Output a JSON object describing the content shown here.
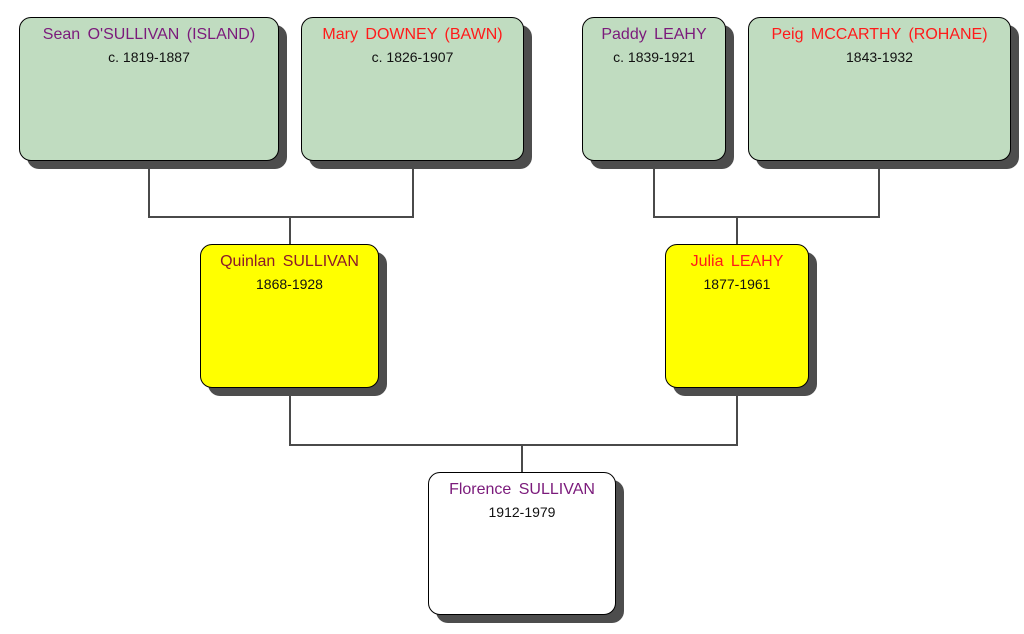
{
  "people": {
    "sean": {
      "name": "Sean  O'SULLIVAN  (ISLAND)",
      "dates": "c. 1819-1887"
    },
    "mary": {
      "name": "Mary  DOWNEY  (BAWN)",
      "dates": "c. 1826-1907"
    },
    "paddy": {
      "name": "Paddy  LEAHY",
      "dates": "c. 1839-1921"
    },
    "peig": {
      "name": "Peig  MCCARTHY  (ROHANE)",
      "dates": "1843-1932"
    },
    "quinlan": {
      "name": "Quinlan  SULLIVAN",
      "dates": "1868-1928"
    },
    "julia": {
      "name": "Julia  LEAHY",
      "dates": "1877-1961"
    },
    "florence": {
      "name": "Florence  SULLIVAN",
      "dates": "1912-1979"
    }
  },
  "colors": {
    "male": "#7b1a7b",
    "female": "#ff1a1a",
    "grandparent_box": "#c0dcc0",
    "parent_box": "#ffff00",
    "root_box": "#ffffff"
  }
}
